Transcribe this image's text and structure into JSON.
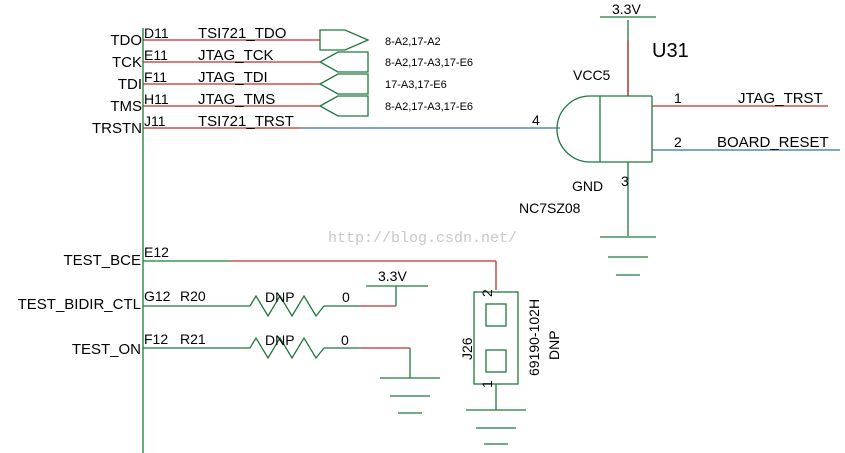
{
  "colors": {
    "wire_green": "#1c7a3c",
    "wire_red": "#c0302a",
    "wire_blue": "#3a6f9e",
    "watermark": "#c8c8c8"
  },
  "left_signals": [
    {
      "net": "TDO",
      "pin": "D11",
      "label": "TSI721_TDO",
      "ref": "8-A2,17-A2"
    },
    {
      "net": "TCK",
      "pin": "E11",
      "label": "JTAG_TCK",
      "ref": "8-A2,17-A3,17-E6"
    },
    {
      "net": "TDI",
      "pin": "F11",
      "label": "JTAG_TDI",
      "ref": "17-A3,17-E6"
    },
    {
      "net": "TMS",
      "pin": "H11",
      "label": "JTAG_TMS",
      "ref": "8-A2,17-A3,17-E6"
    },
    {
      "net": "TRSTN",
      "pin": "J11",
      "label": "TSI721_TRST",
      "ref": ""
    }
  ],
  "gate": {
    "refdes": "U31",
    "part": "NC7SZ08",
    "power_label": "3.3V",
    "vcc_label": "VCC5",
    "gnd_label": "GND",
    "pin_in": "4",
    "pin_out1": "1",
    "pin_out2": "2",
    "pin_gnd": "3",
    "out1_net": "JTAG_TRST",
    "out2_net": "BOARD_RESET"
  },
  "test": {
    "bce_net": "TEST_BCE",
    "bce_pin": "E12",
    "bidir_net": "TEST_BIDIR_CTL",
    "bidir_pin": "G12",
    "bidir_res": "R20",
    "bidir_dnp": "DNP",
    "bidir_val": "0",
    "pullup_label": "3.3V",
    "on_net": "TEST_ON",
    "on_pin": "F12",
    "on_res": "R21",
    "on_dnp": "DNP",
    "on_val": "0"
  },
  "connector": {
    "refdes": "J26",
    "part": "69190-102H",
    "dnp": "DNP",
    "pin_top": "2",
    "pin_bottom": "1"
  },
  "watermark": "http://blog.csdn.net/"
}
